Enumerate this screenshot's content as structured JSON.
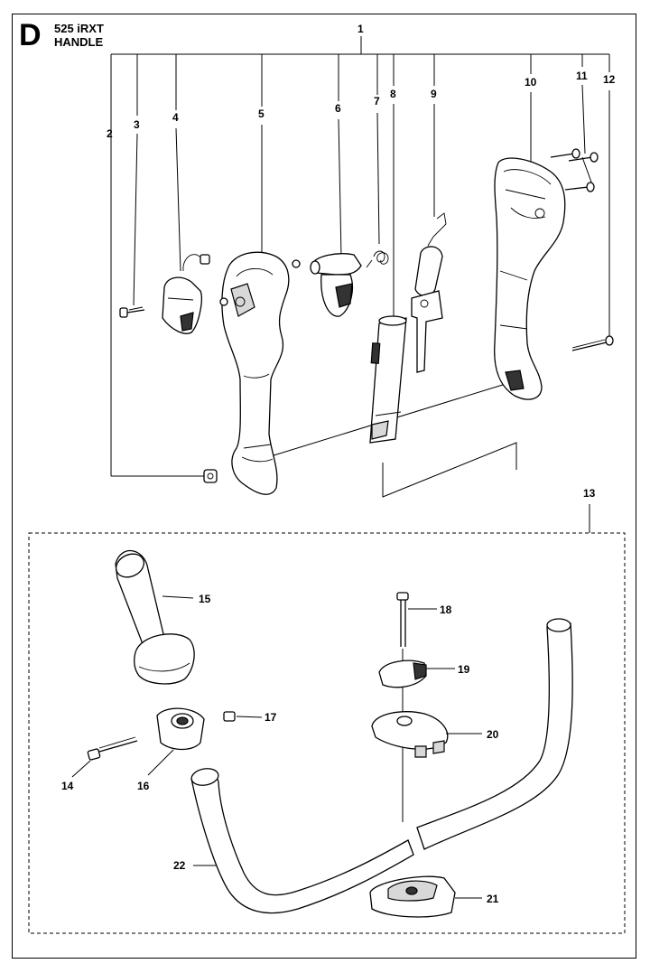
{
  "header": {
    "section_letter": "D",
    "model": "525 iRXT",
    "title": "HANDLE"
  },
  "callouts": [
    "1",
    "2",
    "3",
    "4",
    "5",
    "6",
    "7",
    "8",
    "9",
    "10",
    "11",
    "12",
    "13",
    "14",
    "15",
    "16",
    "17",
    "18",
    "19",
    "20",
    "21",
    "22"
  ]
}
